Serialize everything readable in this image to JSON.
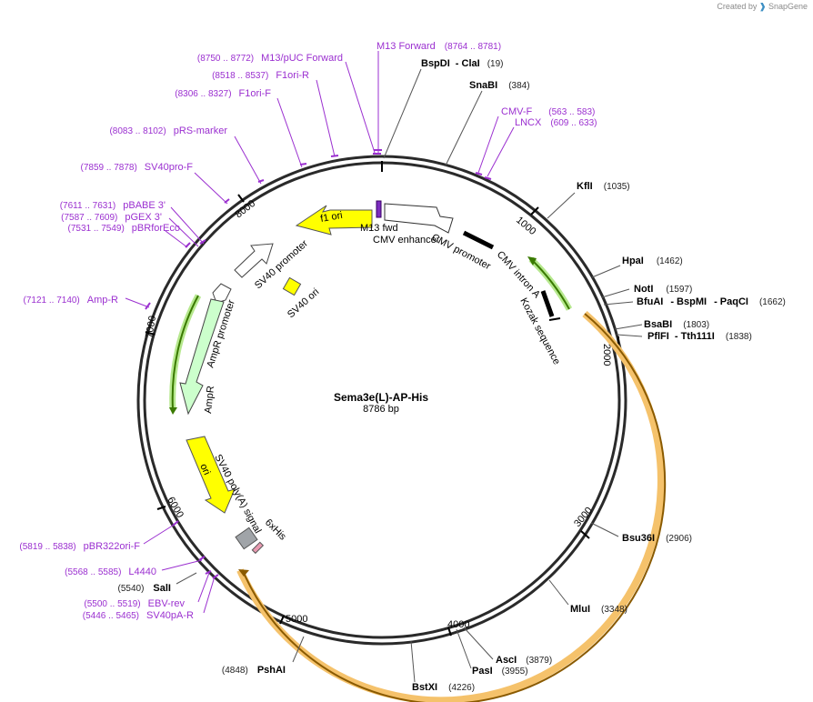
{
  "credit": {
    "prefix": "Created by",
    "brand": "SnapGene"
  },
  "plasmid": {
    "name": "Sema3e(L)-AP-His",
    "length": "8786 bp"
  },
  "ticks": [
    "1000",
    "2000",
    "3000",
    "4000",
    "5000",
    "6000",
    "7000",
    "8000"
  ],
  "enzymes": [
    {
      "name": "BspDI",
      "name2": "- ClaI",
      "pos": "(19)"
    },
    {
      "name": "SnaBI",
      "pos": "(384)"
    },
    {
      "name": "KflI",
      "pos": "(1035)"
    },
    {
      "name": "HpaI",
      "pos": "(1462)"
    },
    {
      "name": "NotI",
      "pos": "(1597)"
    },
    {
      "name": "BfuAI",
      "name2": "- BspMI",
      "name3": "- PaqCI",
      "pos": "(1662)"
    },
    {
      "name": "BsaBI",
      "pos": "(1803)"
    },
    {
      "name": "PflFI",
      "name2": "- Tth111I",
      "pos": "(1838)"
    },
    {
      "name": "Bsu36I",
      "pos": "(2906)"
    },
    {
      "name": "MluI",
      "pos": "(3348)"
    },
    {
      "name": "AscI",
      "pos": "(3879)"
    },
    {
      "name": "PasI",
      "pos": "(3955)"
    },
    {
      "name": "BstXI",
      "pos": "(4226)"
    },
    {
      "name": "PshAI",
      "pos": "(4848)"
    },
    {
      "name": "SalI",
      "pos": "(5540)"
    }
  ],
  "primers": [
    {
      "name": "M13 Forward",
      "pos": "(8764 .. 8781)"
    },
    {
      "name": "M13/pUC Forward",
      "pos": "(8750 .. 8772)"
    },
    {
      "name": "F1ori-R",
      "pos": "(8518 .. 8537)"
    },
    {
      "name": "F1ori-F",
      "pos": "(8306 .. 8327)"
    },
    {
      "name": "pRS-marker",
      "pos": "(8083 .. 8102)"
    },
    {
      "name": "SV40pro-F",
      "pos": "(7859 .. 7878)"
    },
    {
      "name": "pBABE 3'",
      "pos": "(7611 .. 7631)"
    },
    {
      "name": "pGEX 3'",
      "pos": "(7587 .. 7609)"
    },
    {
      "name": "pBRforEco",
      "pos": "(7531 .. 7549)"
    },
    {
      "name": "Amp-R",
      "pos": "(7121 .. 7140)"
    },
    {
      "name": "pBR322ori-F",
      "pos": "(5819 .. 5838)"
    },
    {
      "name": "L4440",
      "pos": "(5568 .. 5585)"
    },
    {
      "name": "EBV-rev",
      "pos": "(5500 .. 5519)"
    },
    {
      "name": "SV40pA-R",
      "pos": "(5446 .. 5465)"
    },
    {
      "name": "CMV-F",
      "pos": "(563 .. 583)"
    },
    {
      "name": "LNCX",
      "pos": "(609 .. 633)"
    }
  ],
  "features": {
    "m13_fwd": "M13 fwd",
    "cmv_enhancer": "CMV enhancer",
    "cmv_promoter": "CMV promoter",
    "cmv_intron": "CMV intron A",
    "kozak": "Kozak sequence",
    "f1_ori": "f1 ori",
    "sv40_promoter": "SV40 promoter",
    "sv40_ori": "SV40 ori",
    "ampr_promoter": "AmpR promoter",
    "ampr": "AmpR",
    "ori": "ori",
    "sv40_polya": "SV40 poly(A) signal",
    "his6": "6xHis"
  },
  "colors": {
    "primer": "#9b30d0",
    "f1_ori": "#ffff00",
    "ampr": "#ccffcc",
    "insert_outline": "#f5c26b",
    "green_highlight": "#b6e88e",
    "backbone": "#333333"
  }
}
